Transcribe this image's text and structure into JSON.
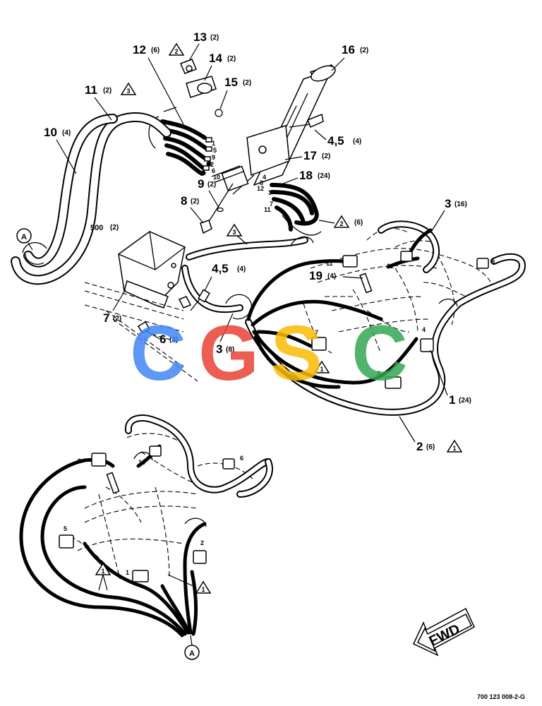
{
  "callouts": {
    "c13": {
      "num": "13",
      "qty": "(2)"
    },
    "c12": {
      "num": "12",
      "qty": "(6)"
    },
    "c12_note": "2",
    "c14": {
      "num": "14",
      "qty": "(2)"
    },
    "c16": {
      "num": "16",
      "qty": "(2)"
    },
    "c11": {
      "num": "11",
      "qty": "(2)"
    },
    "c11_note": "3",
    "c15": {
      "num": "15",
      "qty": "(2)"
    },
    "c10": {
      "num": "10",
      "qty": "(4)"
    },
    "c45a": {
      "num": "4,5",
      "qty": "(4)"
    },
    "c17": {
      "num": "17",
      "qty": "(2)"
    },
    "c18": {
      "num": "18",
      "qty": "(24)"
    },
    "c9": {
      "num": "9",
      "qty": "(2)"
    },
    "c8": {
      "num": "8",
      "qty": "(2)"
    },
    "c3a": {
      "num": "3",
      "qty": "(16)"
    },
    "c3note": "3",
    "c2note_b": "2",
    "c2note_b_qty": "(6)",
    "c500": "500",
    "c500_qty": "(2)",
    "c45b": {
      "num": "4,5",
      "qty": "(4)"
    },
    "c19": {
      "num": "19",
      "qty": "(4)"
    },
    "c7": {
      "num": "7",
      "qty": "(2)"
    },
    "c6": {
      "num": "6",
      "qty": "(2)"
    },
    "c3b": {
      "num": "3",
      "qty": "(8)"
    },
    "c1": {
      "num": "1",
      "qty": "(24)"
    },
    "c2": {
      "num": "2",
      "qty": "(6)"
    },
    "c2_note": "1"
  },
  "note_flags": {
    "n1a": "1",
    "n1b": "1",
    "n1c": "1",
    "n1d": "1"
  },
  "connector_refs": {
    "a_top": "A",
    "a_bottom": "A"
  },
  "port_numbers": {
    "p1": "1",
    "p2": "2",
    "p3": "3",
    "p4": "4",
    "p5": "5",
    "p6": "6",
    "p7": "7",
    "p8": "8",
    "p9": "9",
    "p10": "10",
    "p11": "11",
    "p12": "12",
    "b2": "2",
    "b4": "4",
    "b3": "3",
    "b1": "1",
    "b9": "9",
    "b10": "10",
    "b6": "6",
    "b5": "5",
    "b8": "8",
    "b11": "11",
    "b7": "7",
    "b12": "12",
    "pl1": "1",
    "pl9": "9",
    "pl5": "5",
    "pl6": "6",
    "pl10": "10",
    "pl2": "2",
    "m2": "2",
    "m3": "3",
    "m4": "4",
    "m8": "8"
  },
  "fwd_label": "FWD",
  "drawing_number": "700 123 008-2-G",
  "watermark": {
    "letters": [
      "C",
      "G",
      "S",
      "C"
    ],
    "colors": [
      "#4285F4",
      "#EA4335",
      "#FBBC05",
      "#34A853"
    ]
  }
}
